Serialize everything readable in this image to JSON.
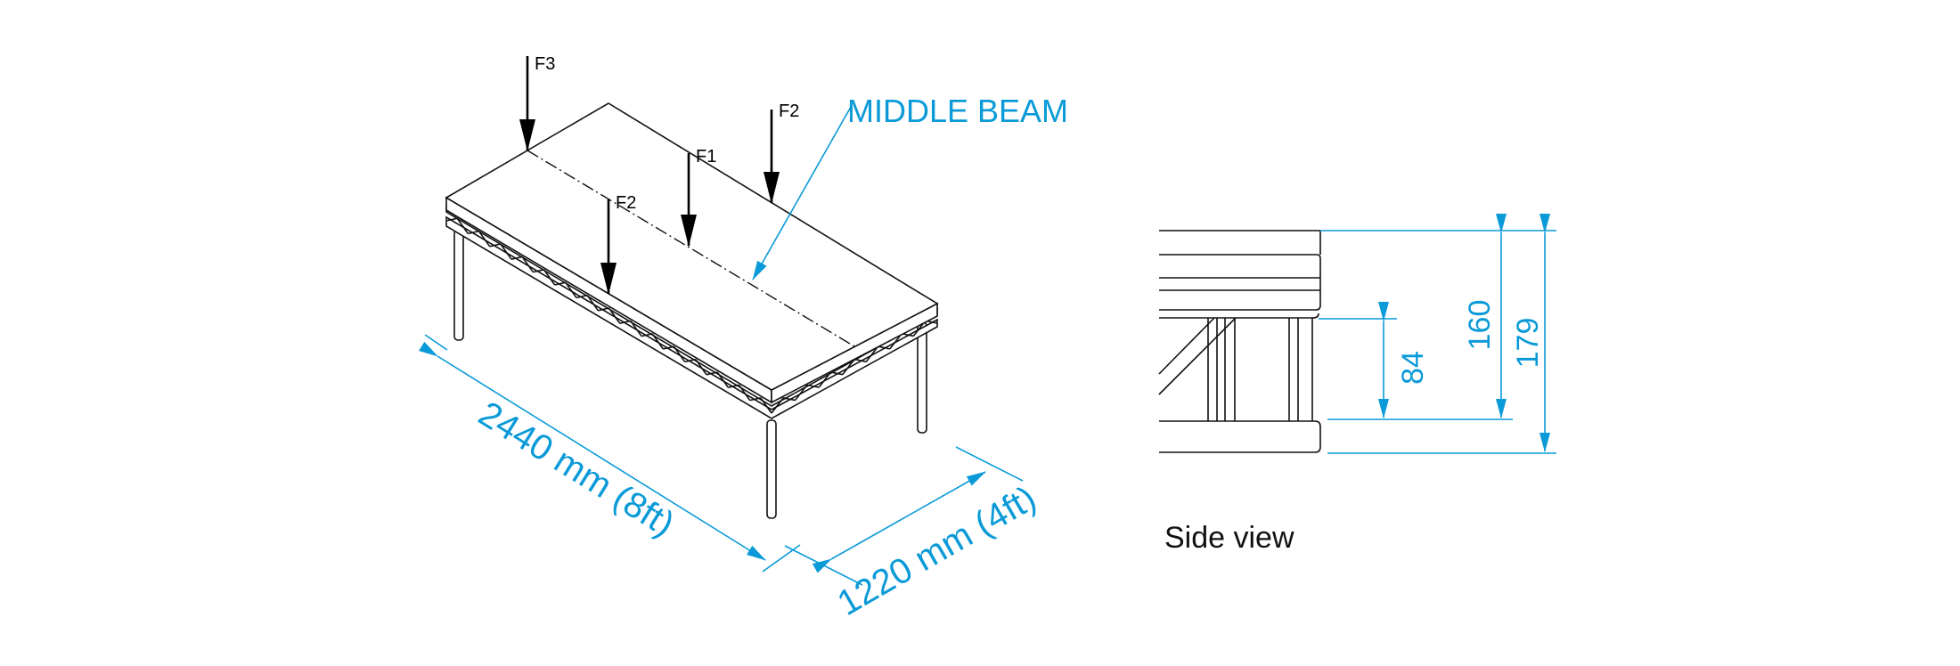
{
  "forces": [
    {
      "label": "F3"
    },
    {
      "label": "F2"
    },
    {
      "label": "F1"
    },
    {
      "label": "F2"
    }
  ],
  "annotations": {
    "middle_beam": "MIDDLE BEAM",
    "length": "2440 mm (8ft)",
    "width": "1220 mm (4ft)"
  },
  "side_view": {
    "title": "Side view",
    "dim_84": "84",
    "dim_160": "160",
    "dim_179": "179"
  },
  "colors": {
    "dimension": "#0a9ad8",
    "line": "#111111"
  }
}
